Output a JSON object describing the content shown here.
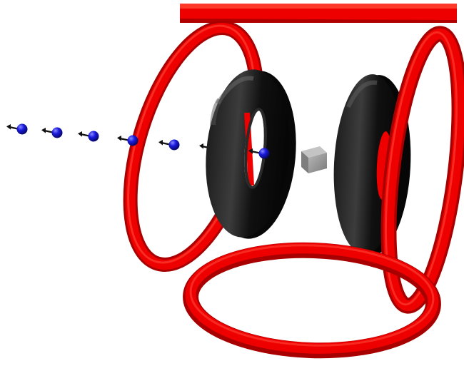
{
  "scene": {
    "colors": {
      "coil": "#ee0000",
      "coil_dark": "#a80000",
      "coil_light": "#ff3a2a",
      "ring_magnet": "#0b0b0b",
      "ring_magnet_highlight": "#5a5a5a",
      "particle": "#1a1adf",
      "particle_highlight": "#7d7dff",
      "arrow": "#111111",
      "sample": "#9a9a9a"
    },
    "particle_count": 7,
    "ring_magnet_count": 2,
    "coil_count": 4,
    "icons": [
      "coil-ring",
      "black-ring-magnet",
      "atom-particle-with-spin-arrow",
      "gray-sample-cube"
    ]
  }
}
